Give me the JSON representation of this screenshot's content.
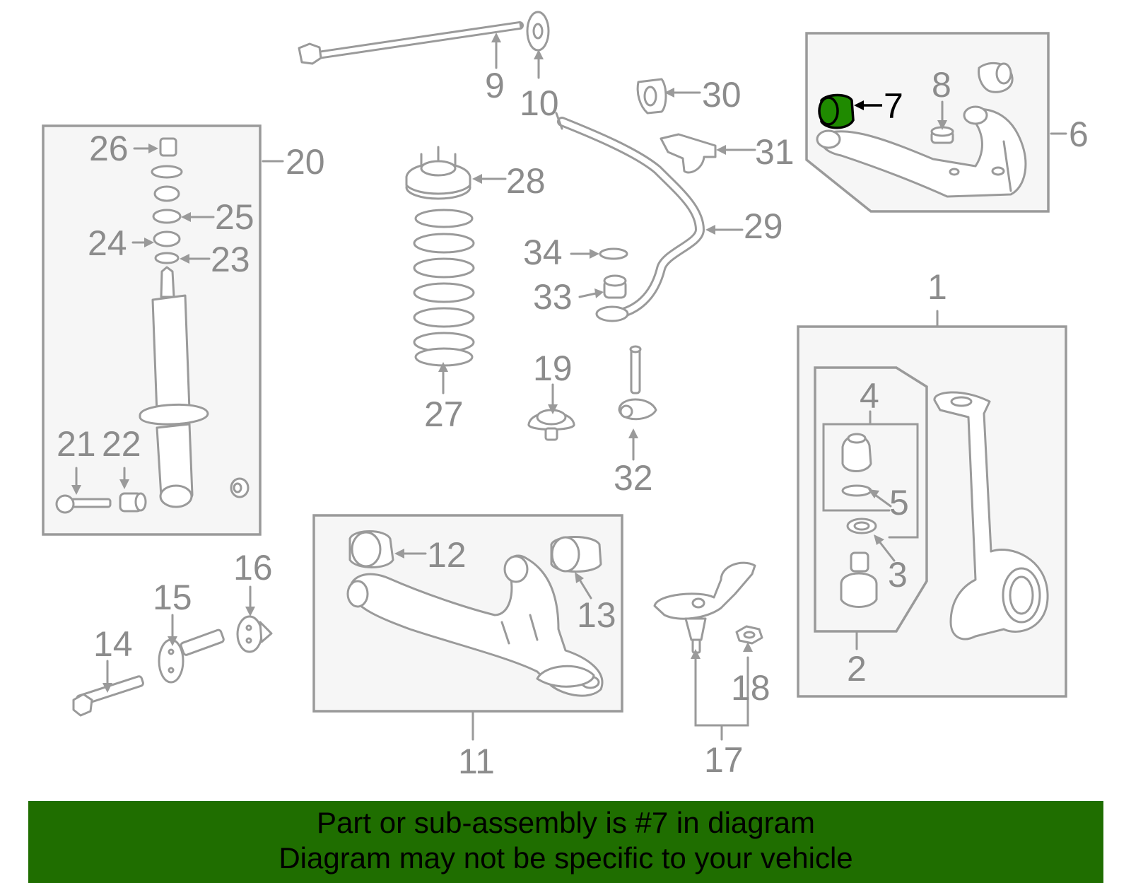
{
  "labels": {
    "n1": "1",
    "n2": "2",
    "n3": "3",
    "n4": "4",
    "n5": "5",
    "n6": "6",
    "n7": "7",
    "n8": "8",
    "n9": "9",
    "n10": "10",
    "n11": "11",
    "n12": "12",
    "n13": "13",
    "n14": "14",
    "n15": "15",
    "n16": "16",
    "n17": "17",
    "n18": "18",
    "n19": "19",
    "n20": "20",
    "n21": "21",
    "n22": "22",
    "n23": "23",
    "n24": "24",
    "n25": "25",
    "n26": "26",
    "n27": "27",
    "n28": "28",
    "n29": "29",
    "n30": "30",
    "n31": "31",
    "n32": "32",
    "n33": "33",
    "n34": "34"
  },
  "highlight": {
    "part_number": "7",
    "color": "#1f8a00"
  },
  "banner": {
    "line1": "Part or sub-assembly is #7 in diagram",
    "line2": "Diagram may not be specific to your vehicle",
    "background": "#1f6e00"
  }
}
